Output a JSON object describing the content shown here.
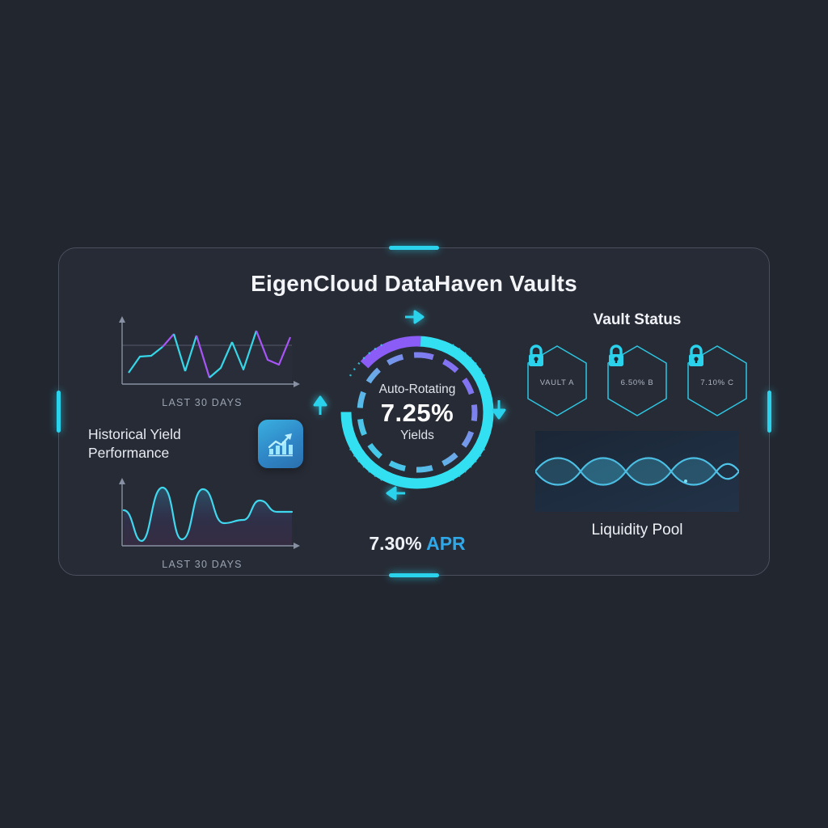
{
  "background_color": "#22262f",
  "accent_color": "#2ad2ec",
  "purple_color": "#8b5cf6",
  "card": {
    "title": "EigenCloud DataHaven Vaults",
    "accents": {
      "top": "accent-bar-top",
      "bottom": "accent-bar-bottom",
      "left": "accent-bar-left",
      "right": "accent-bar-right"
    }
  },
  "left_panel": {
    "top_chart_caption": "LAST 30 DAYS",
    "heading": "Historical Yield\nPerformance",
    "icon": "chart-growth-icon",
    "bottom_chart_caption": "LAST 30 DAYS"
  },
  "gauge": {
    "label_top": "Auto-Rotating",
    "value": "7.25%",
    "label_bottom": "Yields",
    "apr_value": "7.30%",
    "apr_unit": "APR",
    "arrows": [
      "arrow-right-icon",
      "arrow-down-icon",
      "arrow-left-icon",
      "arrow-up-icon"
    ]
  },
  "right_panel": {
    "section_title": "Vault Status",
    "vaults": [
      {
        "label": "VAULT A",
        "icon": "lock-icon"
      },
      {
        "label": "6.50% B",
        "icon": "lock-icon"
      },
      {
        "label": "7.10% C",
        "icon": "lock-icon"
      }
    ],
    "pool_caption": "Liquidity Pool"
  },
  "chart_data": [
    {
      "type": "line",
      "title": "Yield volatility (zigzag)",
      "xlabel": "LAST 30 DAYS",
      "ylabel": "",
      "x": [
        0,
        1,
        2,
        3,
        4,
        5,
        6,
        7,
        8,
        9,
        10,
        11,
        12,
        13,
        14
      ],
      "values": [
        12,
        48,
        50,
        62,
        86,
        22,
        84,
        10,
        30,
        74,
        18,
        88,
        44,
        34,
        82
      ],
      "ylim": [
        0,
        100
      ],
      "grid": false,
      "series": [
        {
          "name": "segment-cyan",
          "color": "#35d6e8"
        },
        {
          "name": "segment-purple",
          "color": "#a855f7"
        }
      ]
    },
    {
      "type": "area",
      "title": "Historical yield performance",
      "xlabel": "LAST 30 DAYS",
      "ylabel": "",
      "x": [
        0,
        1,
        2,
        3,
        4,
        5,
        6,
        7,
        8,
        9,
        10,
        11,
        12
      ],
      "values": [
        58,
        22,
        88,
        20,
        86,
        30,
        46,
        48,
        44,
        66,
        50,
        56,
        56
      ],
      "ylim": [
        0,
        100
      ],
      "grid": false,
      "series": [
        {
          "name": "yield",
          "color": "#3fd8ef"
        }
      ]
    },
    {
      "type": "line",
      "title": "Liquidity Pool",
      "xlabel": "",
      "ylabel": "",
      "x": [
        0,
        1,
        2,
        3,
        4,
        5,
        6,
        7,
        8
      ],
      "grid": false,
      "series": [
        {
          "name": "wave-a",
          "values": [
            50,
            28,
            50,
            14,
            50,
            28,
            50,
            40,
            50
          ],
          "color": "#4fc3e8"
        },
        {
          "name": "wave-b",
          "values": [
            50,
            72,
            50,
            86,
            50,
            72,
            50,
            60,
            50
          ],
          "color": "#4fc3e8"
        }
      ]
    }
  ]
}
